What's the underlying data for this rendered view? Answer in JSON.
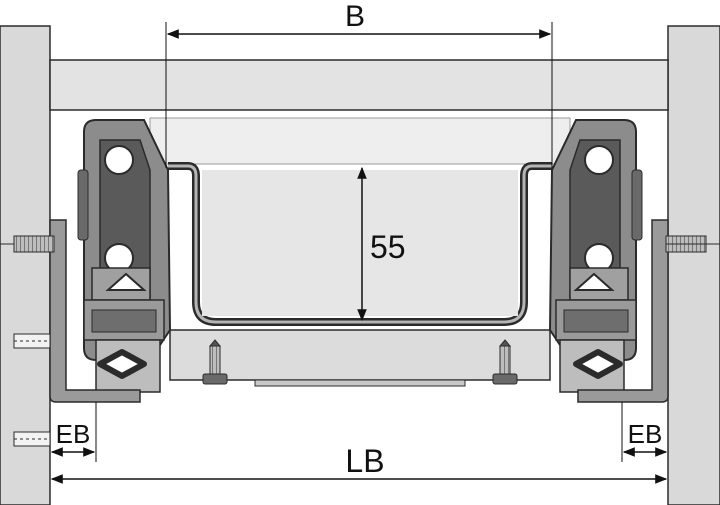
{
  "labels": {
    "width_inner": "B",
    "height": "55",
    "eb_left": "EB",
    "eb_right": "EB",
    "width_total": "LB"
  },
  "colors": {
    "background": "#ffffff",
    "cabinet_fill": "#d9d9d9",
    "panel_fill": "#e3e3e3",
    "metal_dark": "#5a5a5a",
    "metal_mid": "#8c8c8c",
    "outline": "#2b2b2b",
    "dim_line": "#111111"
  }
}
